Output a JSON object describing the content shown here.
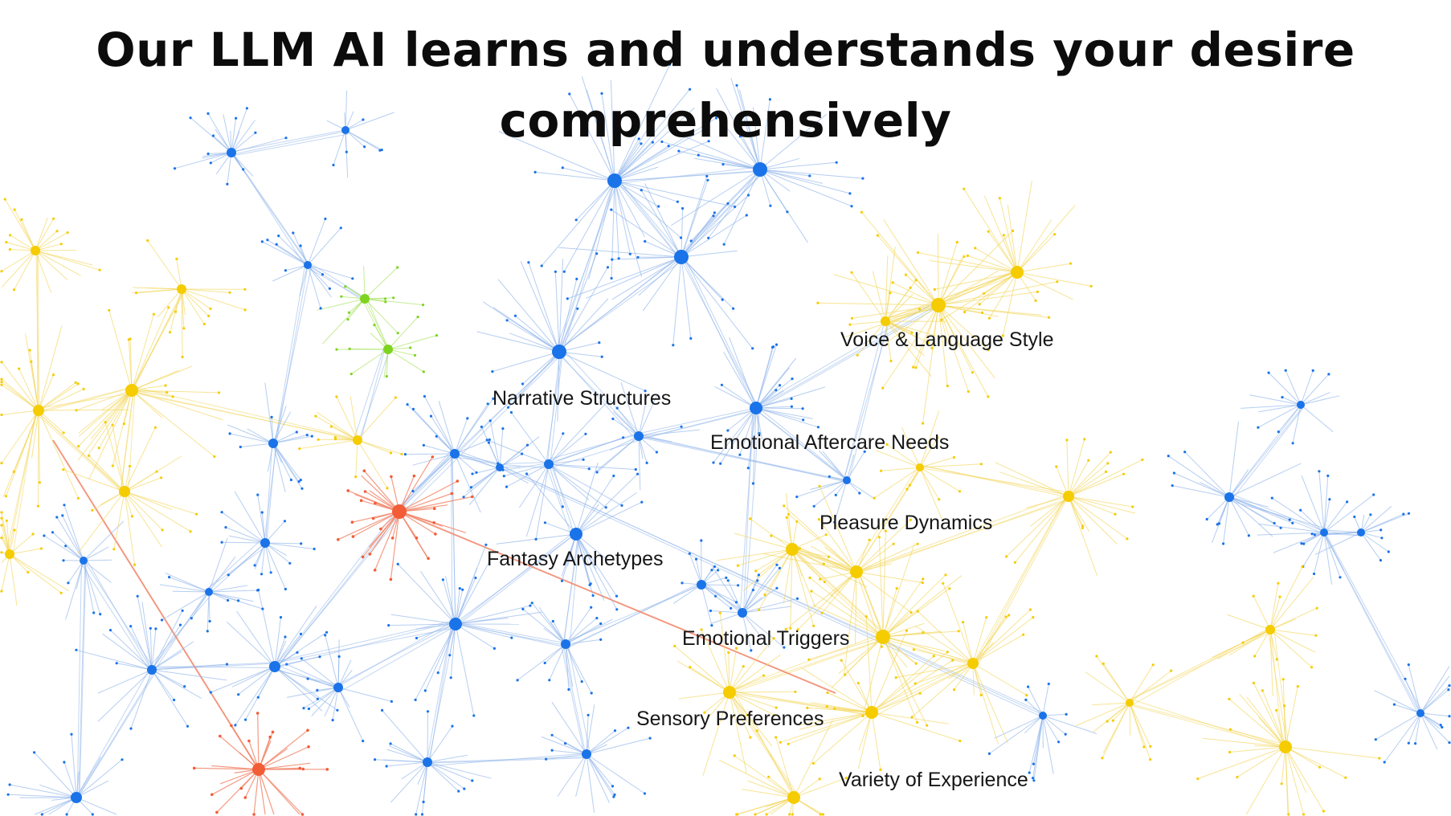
{
  "header": {
    "title_line1": "Our LLM AI learns and understands your desire",
    "title_line2": "comprehensively"
  },
  "graph": {
    "labels": [
      "Voice & Language Style",
      "Narrative Structures",
      "Emotional Aftercare Needs",
      "Pleasure Dynamics",
      "Fantasy Archetypes",
      "Emotional Triggers",
      "Sensory Preferences",
      "Variety of Experience"
    ],
    "colors": {
      "blue_node": "#1a73e8",
      "blue_edge": "#8fb4ea",
      "yellow_node": "#f5cc00",
      "yellow_edge": "#f3d65a",
      "red_node": "#f25c36",
      "red_edge": "#f28a6e",
      "green_node": "#7ed321",
      "green_edge": "#a6e05c"
    }
  }
}
